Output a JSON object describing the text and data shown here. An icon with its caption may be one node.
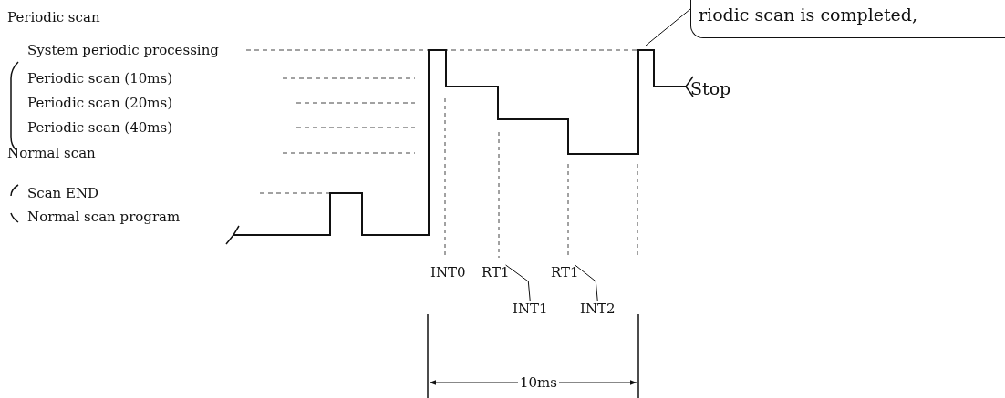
{
  "diagram": {
    "nodes": [
      {
        "text": [
          "riodic scan is completed,"
        ]
      },
      {
        "text": [
          "RT1"
        ]
      },
      {
        "text": [
          "INT1"
        ]
      },
      {
        "text": [
          "RT1"
        ]
      },
      {
        "text": [
          "INT2"
        ]
      }
    ],
    "edges": [
      {
        "from": 0,
        "to": null,
        "arrow": "none"
      },
      {
        "from": 1,
        "to": 2,
        "arrow": "none"
      },
      {
        "from": 3,
        "to": 4,
        "arrow": "none"
      }
    ],
    "labels": [
      "Periodic scan",
      "System periodic processing",
      "Periodic scan (10ms)",
      "Periodic scan (20ms)",
      "Periodic scan (40ms)",
      "Normal scan",
      "Stop",
      "Scan END",
      "Normal scan program",
      "INT0",
      "10ms"
    ]
  }
}
